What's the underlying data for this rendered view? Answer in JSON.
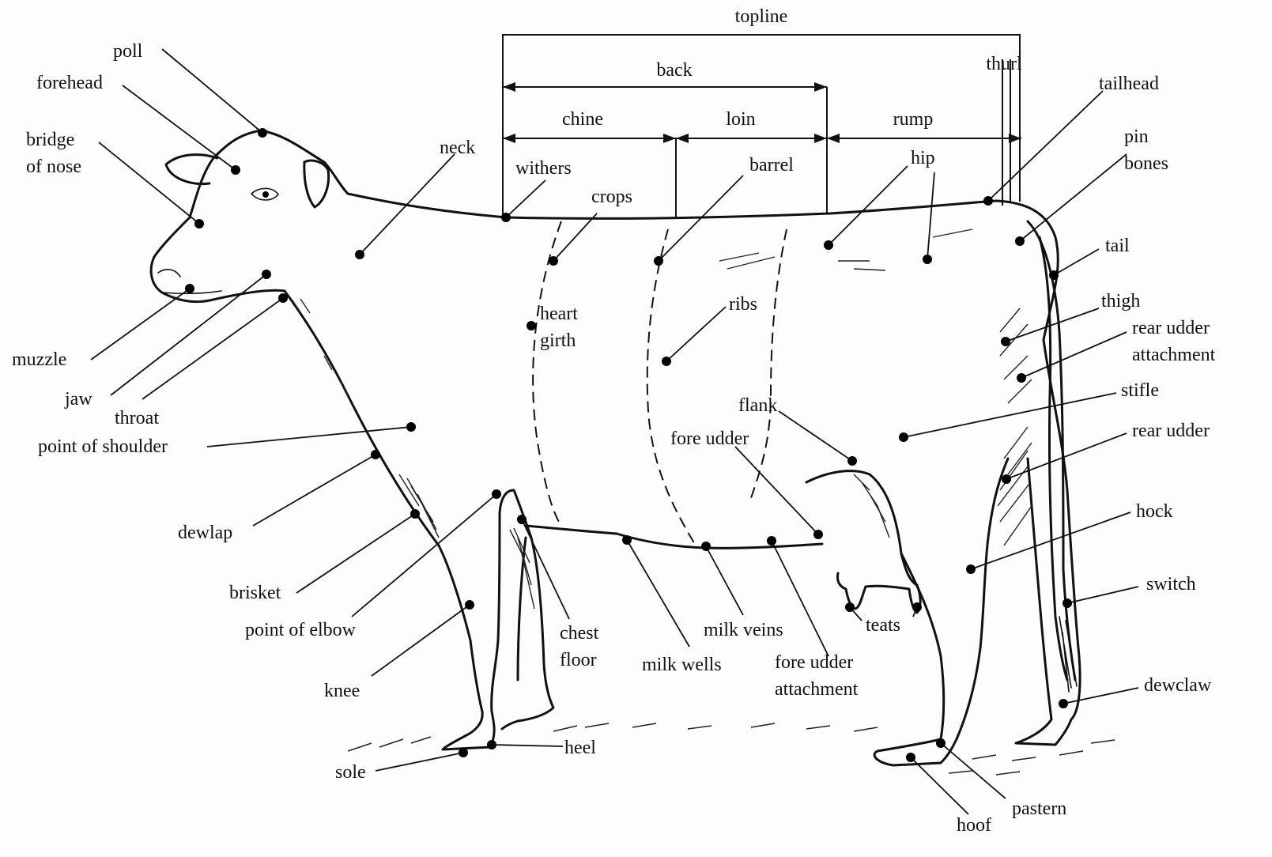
{
  "labels": {
    "topline": "topline",
    "back": "back",
    "chine": "chine",
    "loin": "loin",
    "rump": "rump",
    "thurl": "thurl",
    "tailhead": "tailhead",
    "pin_bones_1": "pin",
    "pin_bones_2": "bones",
    "tail": "tail",
    "thigh": "thigh",
    "rear_udder_attachment_1": "rear udder",
    "rear_udder_attachment_2": "attachment",
    "stifle": "stifle",
    "rear_udder": "rear udder",
    "hock": "hock",
    "switch": "switch",
    "dewclaw": "dewclaw",
    "pastern": "pastern",
    "hoof": "hoof",
    "teats": "teats",
    "fore_udder_attachment_1": "fore udder",
    "fore_udder_attachment_2": "attachment",
    "milk_veins": "milk veins",
    "milk_wells": "milk wells",
    "chest_floor_1": "chest",
    "chest_floor_2": "floor",
    "heel": "heel",
    "sole": "sole",
    "knee": "knee",
    "point_of_elbow": "point of elbow",
    "brisket": "brisket",
    "dewlap": "dewlap",
    "point_of_shoulder": "point of shoulder",
    "throat": "throat",
    "jaw": "jaw",
    "muzzle": "muzzle",
    "bridge_of_nose_1": "bridge",
    "bridge_of_nose_2": "of nose",
    "forehead": "forehead",
    "poll": "poll",
    "neck": "neck",
    "withers": "withers",
    "crops": "crops",
    "barrel": "barrel",
    "hip": "hip",
    "heart_girth_1": "heart",
    "heart_girth_2": "girth",
    "ribs": "ribs",
    "flank": "flank",
    "fore_udder": "fore udder"
  }
}
